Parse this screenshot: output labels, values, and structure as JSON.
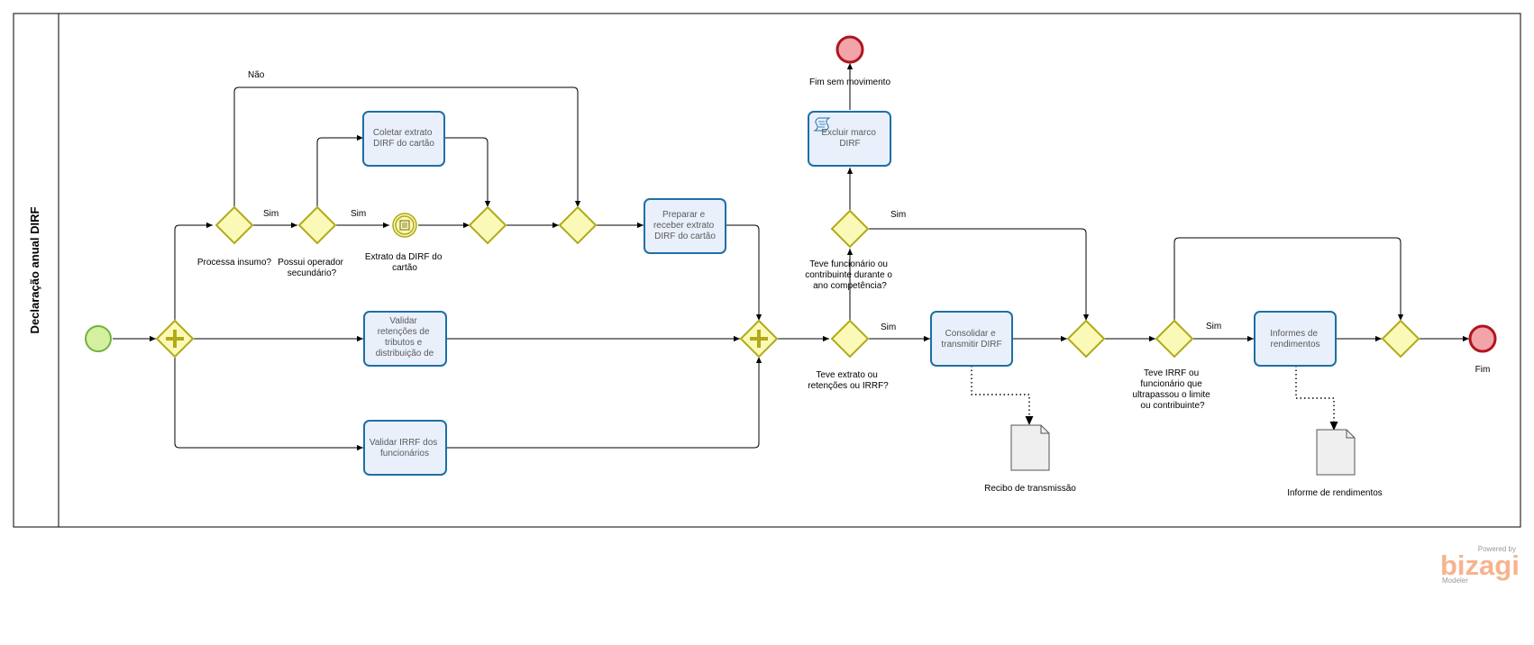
{
  "pool": {
    "label": "Declaração anual DIRF"
  },
  "tasks": {
    "coletar": "Coletar extrato DIRF do cartão",
    "preparar": "Preparar e receber extrato DIRF do cartão",
    "validar_retencoes": "Validar retenções de tributos e distribuição de",
    "validar_irrf": "Validar IRRF dos funcionários",
    "excluir": "Excluir marco DIRF",
    "consolidar": "Consolidar e transmitir DIRF",
    "informes": "Informes de rendimentos"
  },
  "gateways": {
    "processa_insumo": "Processa insumo?",
    "possui_operador": "Possui operador secundário?",
    "teve_funcionario": "Teve funcionário ou contribuinte durante o ano competência?",
    "teve_extrato": "Teve extrato ou retenções ou IRRF?",
    "teve_irrf": "Teve IRRF ou funcionário que ultrapassou o limite ou contribuinte?"
  },
  "events": {
    "extrato_dirf": "Extrato da DIRF do cartão",
    "fim_sem_movimento": "Fim sem movimento",
    "fim": "Fim"
  },
  "flow_labels": {
    "nao": "Não",
    "sim": "Sim"
  },
  "artifacts": {
    "recibo": "Recibo de transmissão",
    "informe": "Informe de rendimentos"
  },
  "branding": {
    "powered": "Powered by",
    "logo": "bizagi",
    "product": "Modeler"
  },
  "colors": {
    "start_fill": "#d5f0a0",
    "start_stroke": "#6db33f",
    "end_fill": "#f2a4a8",
    "end_stroke": "#b0151d",
    "task_fill": "#eaf0fb",
    "task_stroke": "#1d6fa5",
    "gateway_fill": "#fbf9b7",
    "gateway_stroke": "#b0aa18",
    "logo": "#f6b48e"
  }
}
